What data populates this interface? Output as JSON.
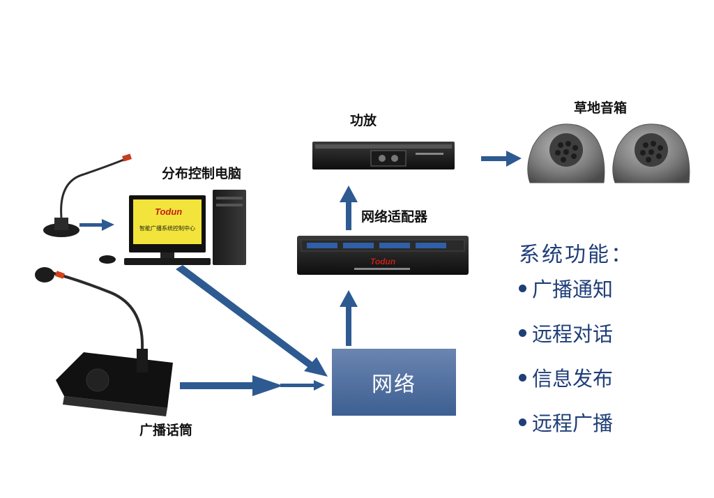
{
  "labels": {
    "amplifier": "功放",
    "lawn_speaker": "草地音箱",
    "control_pc": "分布控制电脑",
    "network_adapter": "网络适配器",
    "broadcast_mic": "广播话筒",
    "network": "网络"
  },
  "screen": {
    "logo": "Todun",
    "caption": "智能广播系统控制中心"
  },
  "adapter_logo": "Todun",
  "functions": {
    "title": "系统功能：",
    "items": [
      "广播通知",
      "远程对话",
      "信息发布",
      "远程广播"
    ]
  },
  "colors": {
    "arrow": "#2d5a91",
    "text_blue": "#1f3e78",
    "network_box": "#4a6b9c"
  }
}
